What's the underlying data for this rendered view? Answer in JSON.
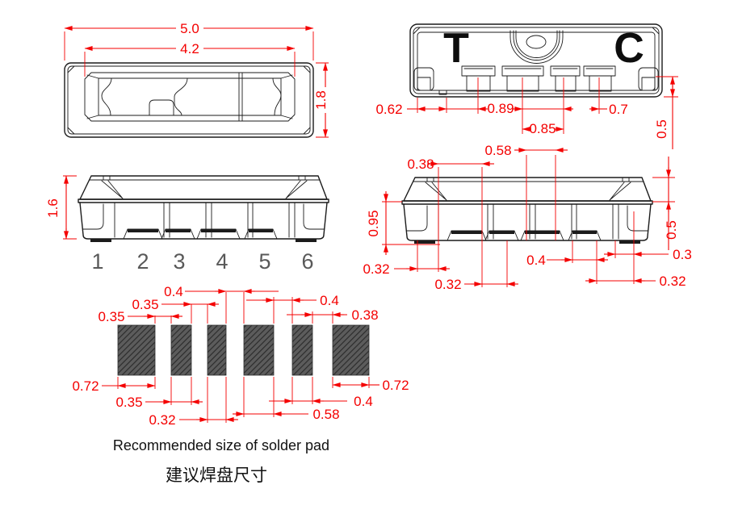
{
  "colors": {
    "dimension_red": "#f40000",
    "outline_black": "#1b1b1b",
    "pad_fill_gray": "#5c5c5c",
    "pin_number_gray": "#595959"
  },
  "top_view": {
    "dim_outer_width": "5.0",
    "dim_inner_width": "4.2",
    "dim_height": "1.8"
  },
  "bottom_view": {
    "marking_left": "T",
    "marking_right": "C",
    "dim_edge_offset": "0.62",
    "dim_pitch_1": "0.89",
    "dim_pitch_2": "0.85",
    "dim_pitch_3": "0.7",
    "dim_pad_height": "0.5"
  },
  "front_view": {
    "dim_height": "1.6",
    "pins": [
      "1",
      "2",
      "3",
      "4",
      "5",
      "6"
    ]
  },
  "side_view": {
    "dim_58": "0.58",
    "dim_38": "0.38",
    "dim_95": "0.95",
    "dim_05": "0.5",
    "dim_03": "0.3",
    "dim_32_left": "0.32",
    "dim_32_bottom": "0.32",
    "dim_32_right": "0.32",
    "dim_04": "0.4"
  },
  "pad_layout": {
    "gap_dims": {
      "g12": "0.35",
      "g23": "0.35",
      "g34": "0.4",
      "g45": "0.4",
      "g56": "0.38"
    },
    "width_dims": {
      "p1": "0.72",
      "p2": "0.35",
      "p3": "0.32",
      "p4": "0.58",
      "p5": "0.4",
      "p6": "0.72"
    },
    "caption_en": "Recommended size of solder pad",
    "caption_zh": "建议焊盘尺寸"
  }
}
